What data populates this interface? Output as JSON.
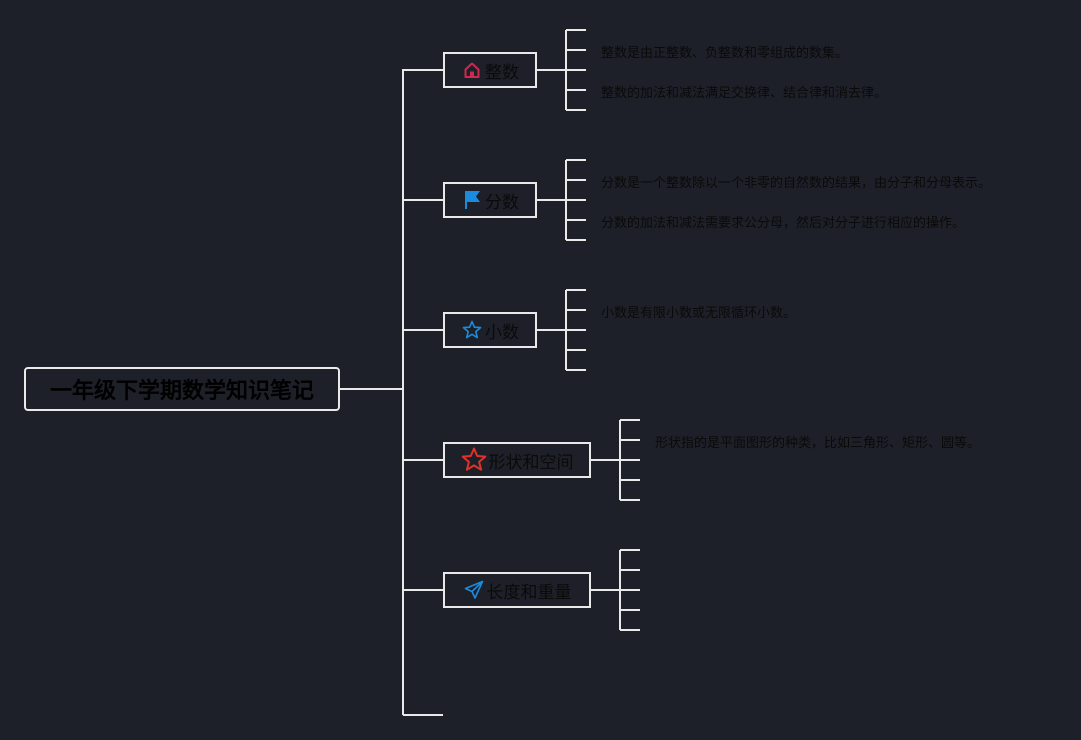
{
  "root": {
    "label": "一年级下学期数学知识笔记"
  },
  "colors": {
    "background": "#1d2028",
    "line": "#e9e9e9",
    "home_icon": "#d0284f",
    "flag_icon": "#1a8ce0",
    "star_icon_blue": "#1a8ce0",
    "star_icon_red": "#e0322a",
    "send_icon": "#1a8ce0"
  },
  "branches": [
    {
      "label": "整数",
      "icon": "home-icon",
      "notes": [
        "整数是由正整数、负整数和零组成的数集。",
        "整数的加法和减法满足交换律、结合律和消去律。"
      ]
    },
    {
      "label": "分数",
      "icon": "flag-icon",
      "notes": [
        "分数是一个整数除以一个非零的自然数的结果，由分子和分母表示。",
        "分数的加法和减法需要求公分母，然后对分子进行相应的操作。"
      ]
    },
    {
      "label": "小数",
      "icon": "star-outline-icon",
      "notes": [
        "小数是有限小数或无限循环小数。"
      ]
    },
    {
      "label": "形状和空间",
      "icon": "star-red-icon",
      "notes": [
        "形状指的是平面图形的种类，比如三角形、矩形、圆等。"
      ]
    },
    {
      "label": "长度和重量",
      "icon": "send-icon",
      "notes": []
    }
  ]
}
